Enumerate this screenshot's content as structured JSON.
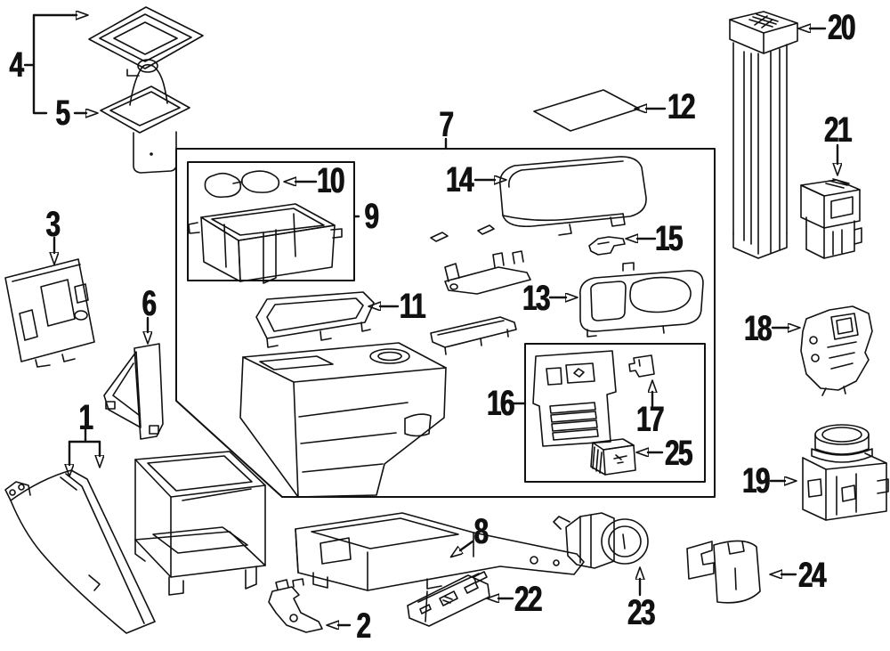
{
  "diagram": {
    "type": "exploded-parts-diagram",
    "subject": "vehicle center console components",
    "background_color": "#ffffff",
    "line_color": "#111111",
    "callouts": [
      {
        "label": "1"
      },
      {
        "label": "2"
      },
      {
        "label": "3"
      },
      {
        "label": "4"
      },
      {
        "label": "5"
      },
      {
        "label": "6"
      },
      {
        "label": "7"
      },
      {
        "label": "8"
      },
      {
        "label": "9"
      },
      {
        "label": "10"
      },
      {
        "label": "11"
      },
      {
        "label": "12"
      },
      {
        "label": "13"
      },
      {
        "label": "14"
      },
      {
        "label": "15"
      },
      {
        "label": "16"
      },
      {
        "label": "17"
      },
      {
        "label": "18"
      },
      {
        "label": "19"
      },
      {
        "label": "20"
      },
      {
        "label": "21"
      },
      {
        "label": "22"
      },
      {
        "label": "23"
      },
      {
        "label": "24"
      },
      {
        "label": "25"
      }
    ]
  }
}
